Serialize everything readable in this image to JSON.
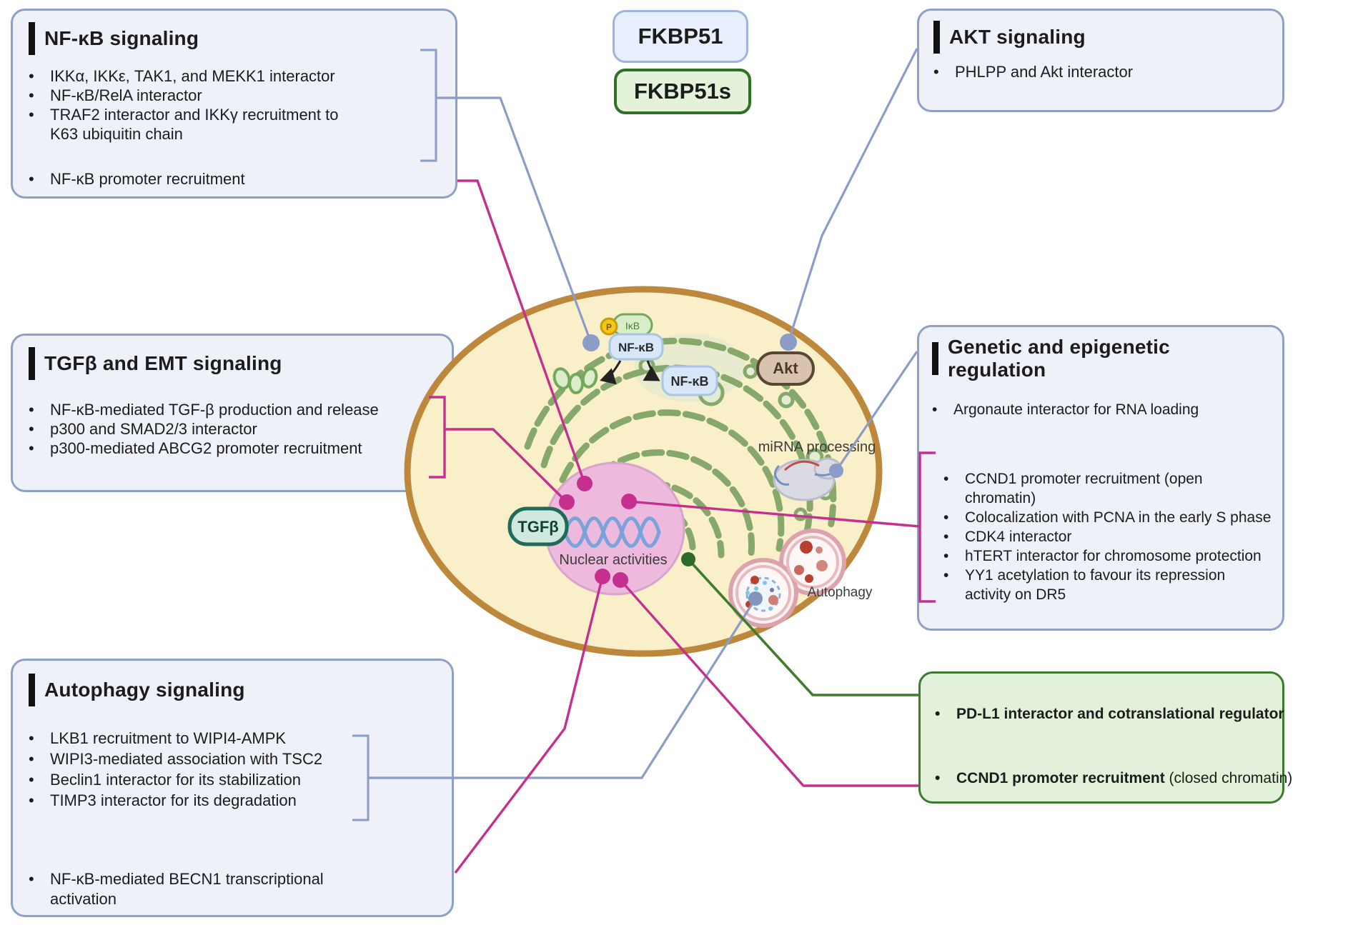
{
  "legend": {
    "fkbp51": "FKBP51",
    "fkbp51s": "FKBP51s"
  },
  "panels": {
    "nfkb": {
      "title": "NF-κB signaling",
      "bullets": [
        "IKKα, IKKε, TAK1, and MEKK1 interactor",
        "NF-κB/RelA interactor",
        "TRAF2 interactor and IKKγ recruitment to K63 ubiquitin chain"
      ],
      "footer_bullet": "NF-κB promoter recruitment"
    },
    "akt": {
      "title": "AKT signaling",
      "bullets": [
        "PHLPP and Akt interactor"
      ]
    },
    "tgfb": {
      "title": "TGFβ and EMT signaling",
      "bullets": [
        "NF-κB-mediated TGF-β production and release",
        "p300 and SMAD2/3 interactor",
        "p300-mediated ABCG2 promoter recruitment"
      ]
    },
    "genetic": {
      "title": "Genetic and epigenetic regulation",
      "top_bullet": "Argonaute interactor for RNA loading",
      "bracket_bullets": [
        "CCND1 promoter recruitment (open chromatin)",
        "Colocalization with PCNA in the early S phase",
        "CDK4 interactor",
        "hTERT interactor for chromosome protection",
        "YY1 acetylation to favour its repression activity on DR5"
      ]
    },
    "autophagy": {
      "title": "Autophagy signaling",
      "bullets": [
        "LKB1 recruitment to WIPI4-AMPK",
        "WIPI3-mediated association with TSC2",
        "Beclin1 interactor for its stabilization",
        "TIMP3 interactor for its degradation"
      ],
      "footer_bullet": "NF-κB-mediated BECN1 transcriptional activation"
    },
    "fkbp51s_functions": {
      "bullet1": "PD-L1 interactor and cotranslational regulator",
      "bullet2_bold": "CCND1 promoter recruitment",
      "bullet2_normal": " (closed chromatin)"
    }
  },
  "cell": {
    "ikb": "IκB",
    "phospho": "P",
    "nfkb_cytoplasmic": "NF-κB",
    "nfkb_released": "NF-κB",
    "akt": "Akt",
    "tgfb": "TGFβ",
    "nucleus_label": "Nuclear activities",
    "mirna_label": "miRNA processing",
    "autophagy_label": "Autophagy"
  },
  "colors": {
    "fkbp51_line": "#8b9cc7",
    "fkbp51s_line": "#3e7d2d",
    "pink_line": "#c5308f",
    "panel_fill": "#eef1f8",
    "panel_border": "#8fa0c6",
    "green_fill": "#e4f1da",
    "green_border": "#3c7a2f",
    "cell_fill": "#f9efc9",
    "cell_border": "#bd873c",
    "nucleus_fill": "#edb9dc"
  }
}
